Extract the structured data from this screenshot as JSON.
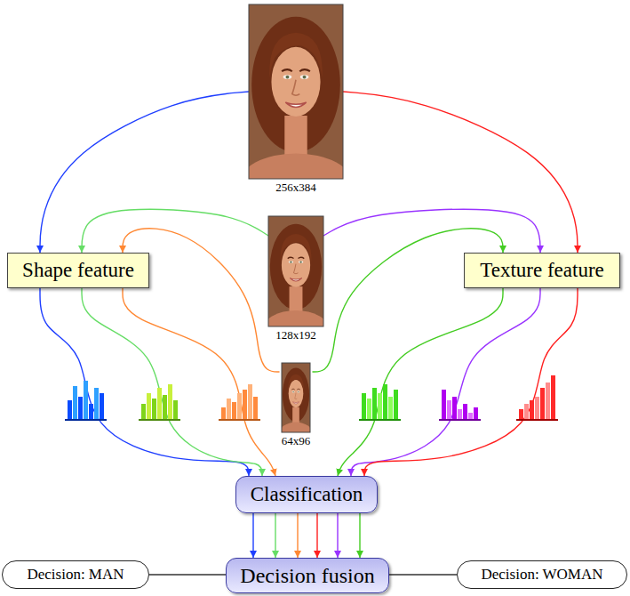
{
  "diagram": {
    "nodes": [
      {
        "text": [
          "256x384"
        ]
      },
      {
        "text": [
          "128x192"
        ]
      },
      {
        "text": [
          "Shape feature"
        ]
      },
      {
        "text": [
          "Texture feature"
        ]
      },
      {
        "text": [
          "64x96"
        ]
      },
      {
        "text": [
          "Classification"
        ]
      },
      {
        "text": [
          "Decision: MAN"
        ]
      },
      {
        "text": [
          "Decision fusion"
        ]
      },
      {
        "text": [
          "Decision: WOMAN"
        ]
      }
    ],
    "edges": [
      {
        "from": 0,
        "to": 2,
        "arrow": "to"
      },
      {
        "from": 0,
        "to": 3,
        "arrow": "to"
      },
      {
        "from": 1,
        "to": 2,
        "arrow": "to"
      },
      {
        "from": 1,
        "to": 3,
        "arrow": "to"
      },
      {
        "from": 4,
        "to": 2,
        "arrow": "to"
      },
      {
        "from": 4,
        "to": 3,
        "arrow": "to"
      },
      {
        "from": 2,
        "to": 5,
        "arrow": "to"
      },
      {
        "from": 2,
        "to": 5,
        "arrow": "to"
      },
      {
        "from": 2,
        "to": 5,
        "arrow": "to"
      },
      {
        "from": 3,
        "to": 5,
        "arrow": "to"
      },
      {
        "from": 3,
        "to": 5,
        "arrow": "to"
      },
      {
        "from": 3,
        "to": 5,
        "arrow": "to"
      },
      {
        "from": 5,
        "to": 7,
        "arrow": "to"
      },
      {
        "from": 5,
        "to": 7,
        "arrow": "to"
      },
      {
        "from": 5,
        "to": 7,
        "arrow": "to"
      },
      {
        "from": 5,
        "to": 7,
        "arrow": "to"
      },
      {
        "from": 5,
        "to": 7,
        "arrow": "to"
      },
      {
        "from": 5,
        "to": 7,
        "arrow": "to"
      },
      {
        "from": 7,
        "to": 6,
        "arrow": "none"
      },
      {
        "from": 7,
        "to": 8,
        "arrow": "none"
      }
    ]
  }
}
